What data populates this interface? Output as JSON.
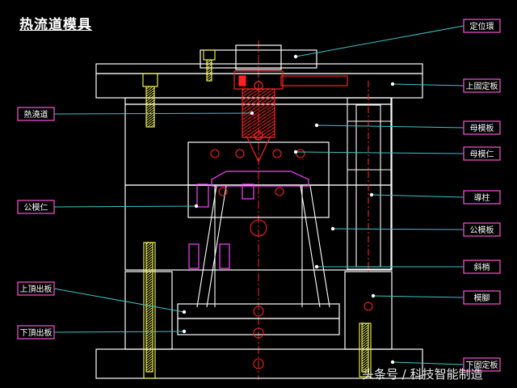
{
  "title": "热流道模具",
  "watermark": "头条号 / 科技智能制造",
  "labels": {
    "locating_ring": "定位環",
    "top_clamp_plate": "上固定板",
    "hot_nozzle": "熱澆道",
    "cavity_plate": "母模板",
    "cavity_insert": "母模仁",
    "guide_pillar": "導柱",
    "core_insert": "公模仁",
    "core_plate": "公模板",
    "angle_pin": "斜梢",
    "upper_ejector_plate": "上頂出板",
    "spacer_block": "模腳",
    "lower_ejector_plate": "下頂出板",
    "bottom_clamp_plate": "下固定板"
  },
  "colors": {
    "label_box": "#ff4fd8",
    "label_text": "#ffffff",
    "leader": "#39c6c6",
    "outline": "#ffffff",
    "nozzle": "#ff2222",
    "screws": "#ffff55",
    "parts": "#ff44ff",
    "centerline": "#ff2222"
  }
}
